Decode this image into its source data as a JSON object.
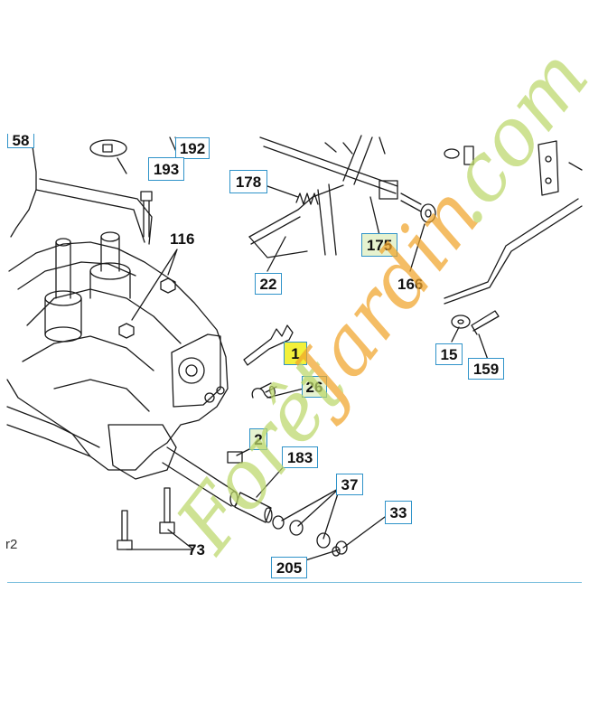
{
  "diagram": {
    "labels": {
      "l58": "58",
      "l192": "192",
      "l193": "193",
      "l116": "116",
      "l178": "178",
      "l175": "175",
      "l22": "22",
      "l166": "166",
      "l1": "1",
      "l26": "26",
      "l2": "2",
      "l183": "183",
      "l37": "37",
      "l33": "33",
      "l205": "205",
      "l73": "73",
      "l15": "15",
      "l159": "159",
      "edge_fragment": "r2"
    },
    "watermark": {
      "text_1": "Forêt",
      "text_2": "Jardin",
      "text_3": ".com",
      "colors": {
        "orange": "#f0a52a",
        "green": "#bcd86a"
      }
    },
    "colors": {
      "callout_border": "#2f93c9",
      "highlight": "#f2f03a",
      "rule": "#7cc0de",
      "line_art": "#1a1a1a"
    }
  }
}
